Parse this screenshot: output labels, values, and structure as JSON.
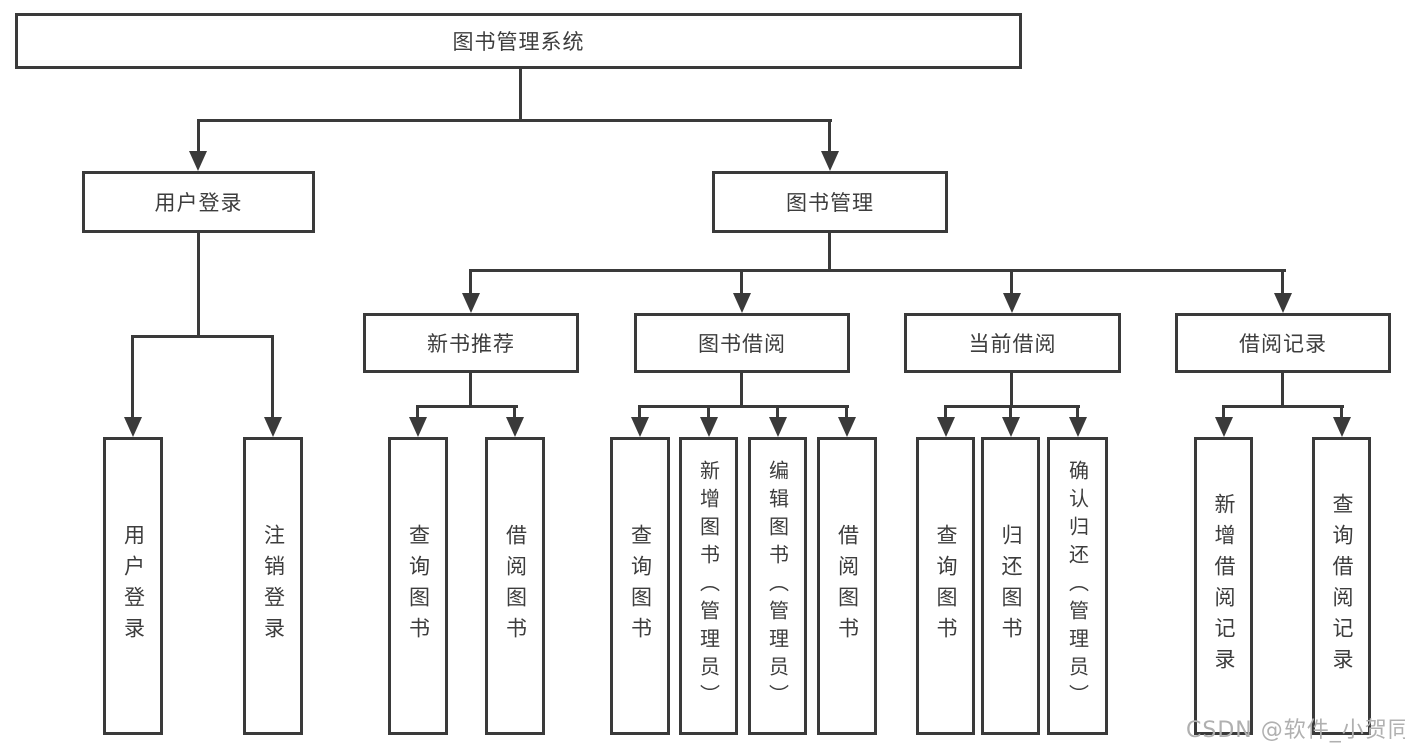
{
  "diagram": {
    "root_label": "图书管理系统",
    "level2": [
      {
        "label": "用户登录"
      },
      {
        "label": "图书管理"
      }
    ],
    "level3": [
      {
        "label": "新书推荐"
      },
      {
        "label": "图书借阅"
      },
      {
        "label": "当前借阅"
      },
      {
        "label": "借阅记录"
      }
    ],
    "leaves": [
      {
        "label": "用户登录"
      },
      {
        "label": "注销登录"
      },
      {
        "label": "查询图书"
      },
      {
        "label": "借阅图书"
      },
      {
        "label": "查询图书"
      },
      {
        "label": "新增图书（管理员）"
      },
      {
        "label": "编辑图书（管理员）"
      },
      {
        "label": "借阅图书"
      },
      {
        "label": "查询图书"
      },
      {
        "label": "归还图书"
      },
      {
        "label": "确认归还（管理员）"
      },
      {
        "label": "新增借阅记录"
      },
      {
        "label": "查询借阅记录"
      }
    ],
    "watermark": "CSDN @软件_小贺同学",
    "colors": {
      "line": "#3a3a3a",
      "text": "#3d3d3d",
      "boxbg": "#ffffff",
      "bg": "#ffffff",
      "wm": "#b0b0b0"
    }
  }
}
